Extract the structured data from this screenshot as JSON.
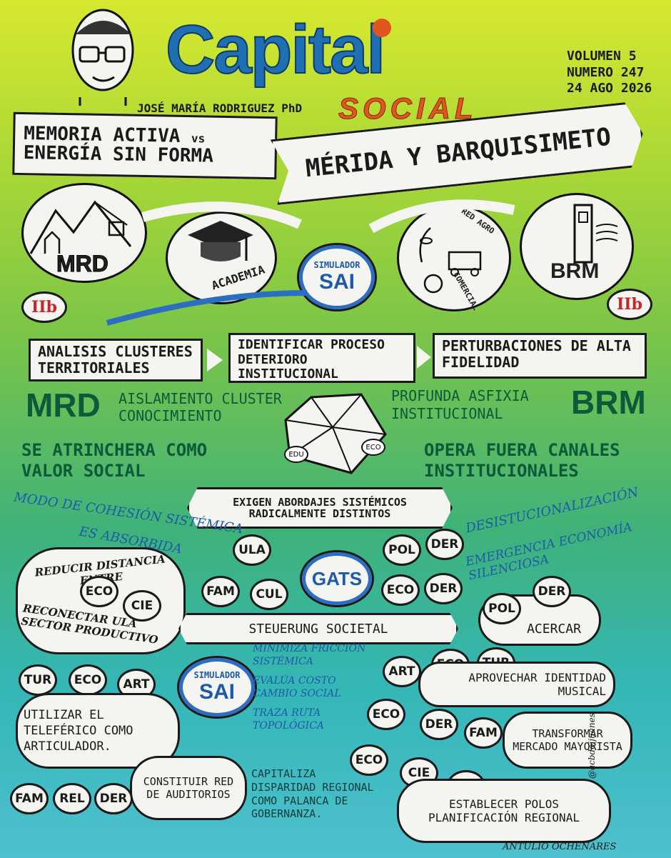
{
  "header": {
    "title": "Capital",
    "subtitle": "SOCIAL",
    "author": "JOSÉ MARÍA RODRIGUEZ PhD",
    "volume": "VOLUMEN 5",
    "number": "NUMERO 247",
    "date": "24 AGO 2026"
  },
  "banners": {
    "left_line1": "MEMORIA ACTIVA",
    "left_vs": "vs",
    "left_line2": "ENERGÍA SIN FORMA",
    "right": "MÉRIDA Y BARQUISIMETO"
  },
  "icons": {
    "mrd_label": "MRD",
    "academia_label": "ACADEMIA",
    "simulador_label": "SIMULADOR",
    "sai_label": "SAI",
    "red_agro_label": "RED AGRO",
    "comercial_label": "COMERCIAL",
    "brm_label": "BRM",
    "badge_left": "IIb",
    "badge_right": "IIb"
  },
  "steps": [
    "ANALISIS CLUSTERES TERRITORIALES",
    "IDENTIFICAR PROCESO DETERIORO INSTITUCIONAL",
    "PERTURBACIONES DE ALTA FIDELIDAD"
  ],
  "middle": {
    "mrd": "MRD",
    "brm": "BRM",
    "aislamiento": "AISLAMIENTO CLUSTER CONOCIMIENTO",
    "asfixia": "PROFUNDA ASFIXIA INSTITUCIONAL",
    "atrinchera": "SE ATRINCHERA COMO VALOR SOCIAL",
    "opera": "OPERA FUERA CANALES INSTITUCIONALES",
    "edu": "EDU",
    "eco": "ECO",
    "exigen": "EXIGEN ABORDAJES SISTÉMICOS RADICALMENTE DISTINTOS"
  },
  "lower": {
    "modo": "MODO DE COHESIÓN SISTÉMICA",
    "absorbida": "ES ABSORBIDA",
    "desinst": "DESISTUCIONALIZACIÓN",
    "emergencia": "EMERGENCIA ECONOMÍA SILENCIOSA",
    "gats": "GATS",
    "steuerung": "STEUERUNG SOCIETAL",
    "reducir": "REDUCIR DISTANCIA ENTRE",
    "reconectar": "RECONECTAR ULA SECTOR PRODUCTIVO",
    "acercar": "ACERCAR",
    "aprovechar": "APROVECHAR IDENTIDAD MUSICAL",
    "utilizar": "UTILIZAR EL TELEFÉRICO COMO ARTICULADOR.",
    "transformar": "TRANSFORMAR MERCADO MAYORISTA",
    "constituir": "CONSTITUIR RED DE AUDITORIOS",
    "capitaliza": "CAPITALIZA DISPARIDAD REGIONAL COMO PALANCA DE GOBERNANZA.",
    "establecer": "ESTABLECER POLOS PLANIFICACIÓN REGIONAL",
    "sim2": "SIMULADOR",
    "sai2": "SAI",
    "minimiza": "MINIMIZA FRICCIÓN SISTÉMICA",
    "evalua": "EVALÚA COSTO CAMBIO SOCIAL",
    "traza": "TRAZA RUTA TOPOLÓGICA",
    "signature": "ANTULIO OCHENARES",
    "signature_side": "@acbdoijuanes"
  },
  "tags": {
    "ula": "ULA",
    "fam1": "FAM",
    "cul": "CUL",
    "pol1": "POL",
    "der1": "DER",
    "eco1": "ECO",
    "der2": "DER",
    "eco_r": "ECO",
    "cie_r": "CIE",
    "pol2": "POL",
    "der3": "DER",
    "tur1": "TUR",
    "eco2": "ECO",
    "art1": "ART",
    "art2": "ART",
    "eco3": "ECO",
    "tur2": "TUR",
    "eco4": "ECO",
    "der4": "DER",
    "fam2": "FAM",
    "fam3": "FAM",
    "rel": "REL",
    "der5": "DER",
    "eco5": "ECO",
    "cie2": "CIE",
    "pol3": "POL"
  },
  "colors": {
    "title_blue": "#1f6fb2",
    "social_orange": "#e2561d",
    "accent_red": "#c9262b"
  }
}
